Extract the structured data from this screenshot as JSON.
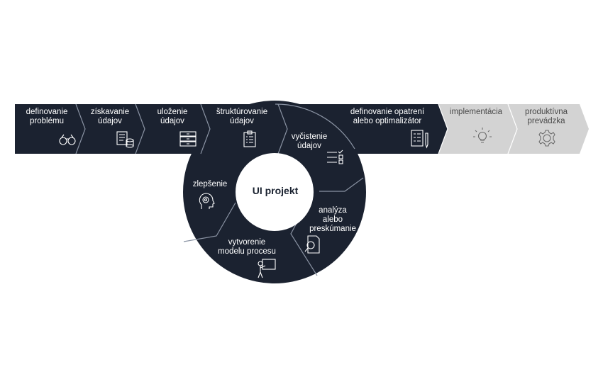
{
  "colors": {
    "dark": "#1b2230",
    "gray": "#d3d3d3",
    "white": "#ffffff"
  },
  "process_bar": [
    {
      "line1": "definovanie",
      "line2": "problému",
      "icon": "binoculars-icon"
    },
    {
      "line1": "získavanie",
      "line2": "údajov",
      "icon": "database-icon"
    },
    {
      "line1": "uloženie",
      "line2": "údajov",
      "icon": "storage-icon"
    },
    {
      "line1": "štruktúrovanie",
      "line2": "údajov",
      "icon": "clipboard-icon"
    },
    {
      "line1": "definovanie opatrení",
      "line2": "alebo optimalizátor",
      "icon": "checklist-pencil-icon"
    },
    {
      "line1": "implementácia",
      "line2": "",
      "icon": "lightbulb-icon"
    },
    {
      "line1": "produktívna",
      "line2": "prevádzka",
      "icon": "gear-icon"
    }
  ],
  "cycle": {
    "title": "UI projekt",
    "segments": [
      {
        "line1": "vyčistenie",
        "line2": "údajov",
        "icon": "checklist-icon"
      },
      {
        "line1": "analýza",
        "line2": "alebo",
        "line3": "preskúmanie",
        "icon": "magnifier-document-icon"
      },
      {
        "line1": "vytvorenie",
        "line2": "modelu procesu",
        "icon": "presenter-icon"
      },
      {
        "line1": "zlepšenie",
        "icon": "head-brain-icon"
      }
    ]
  }
}
